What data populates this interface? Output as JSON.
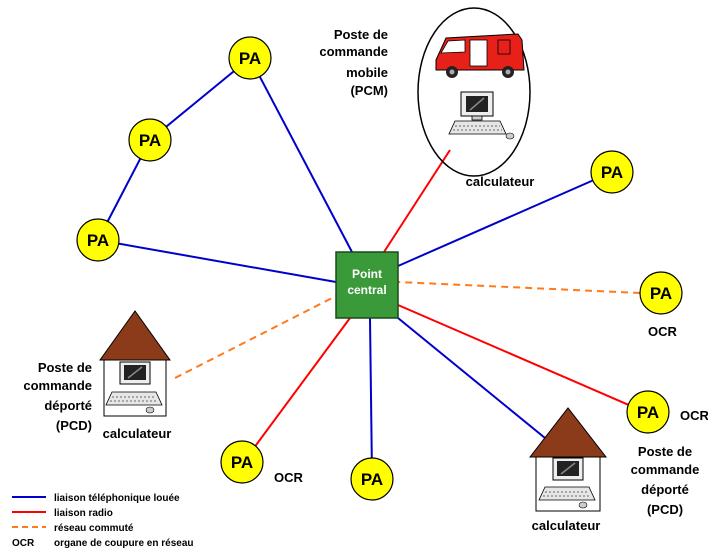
{
  "nodes": {
    "pa_label": "PA",
    "center_line1": "Point",
    "center_line2": "central",
    "ocr_label": "OCR"
  },
  "pcm": {
    "line1": "Poste de",
    "line2": "commande",
    "line3": "mobile",
    "line4": "(PCM)",
    "computer_label": "calculateur"
  },
  "pcd": {
    "line1": "Poste de",
    "line2": "commande",
    "line3": "déporté",
    "line4": "(PCD)",
    "computer_label": "calculateur"
  },
  "legend": {
    "items": [
      {
        "key": "",
        "label": "liaison téléphonique louée",
        "color": "#0000cc",
        "style": "solid"
      },
      {
        "key": "",
        "label": "liaison radio",
        "color": "#ff0000",
        "style": "solid"
      },
      {
        "key": "",
        "label": "réseau commuté",
        "color": "#ff7a1a",
        "style": "dashed"
      },
      {
        "key": "OCR",
        "label": "organe de coupure en réseau",
        "color": "",
        "style": "none"
      }
    ]
  },
  "colors": {
    "pa_fill": "#ffff00",
    "center_fill": "#3a9a3a",
    "leased_line": "#0000cc",
    "radio_line": "#ff0000",
    "switched_line": "#ff7a1a",
    "roof": "#8b3a1a",
    "van": "#e8201a"
  }
}
